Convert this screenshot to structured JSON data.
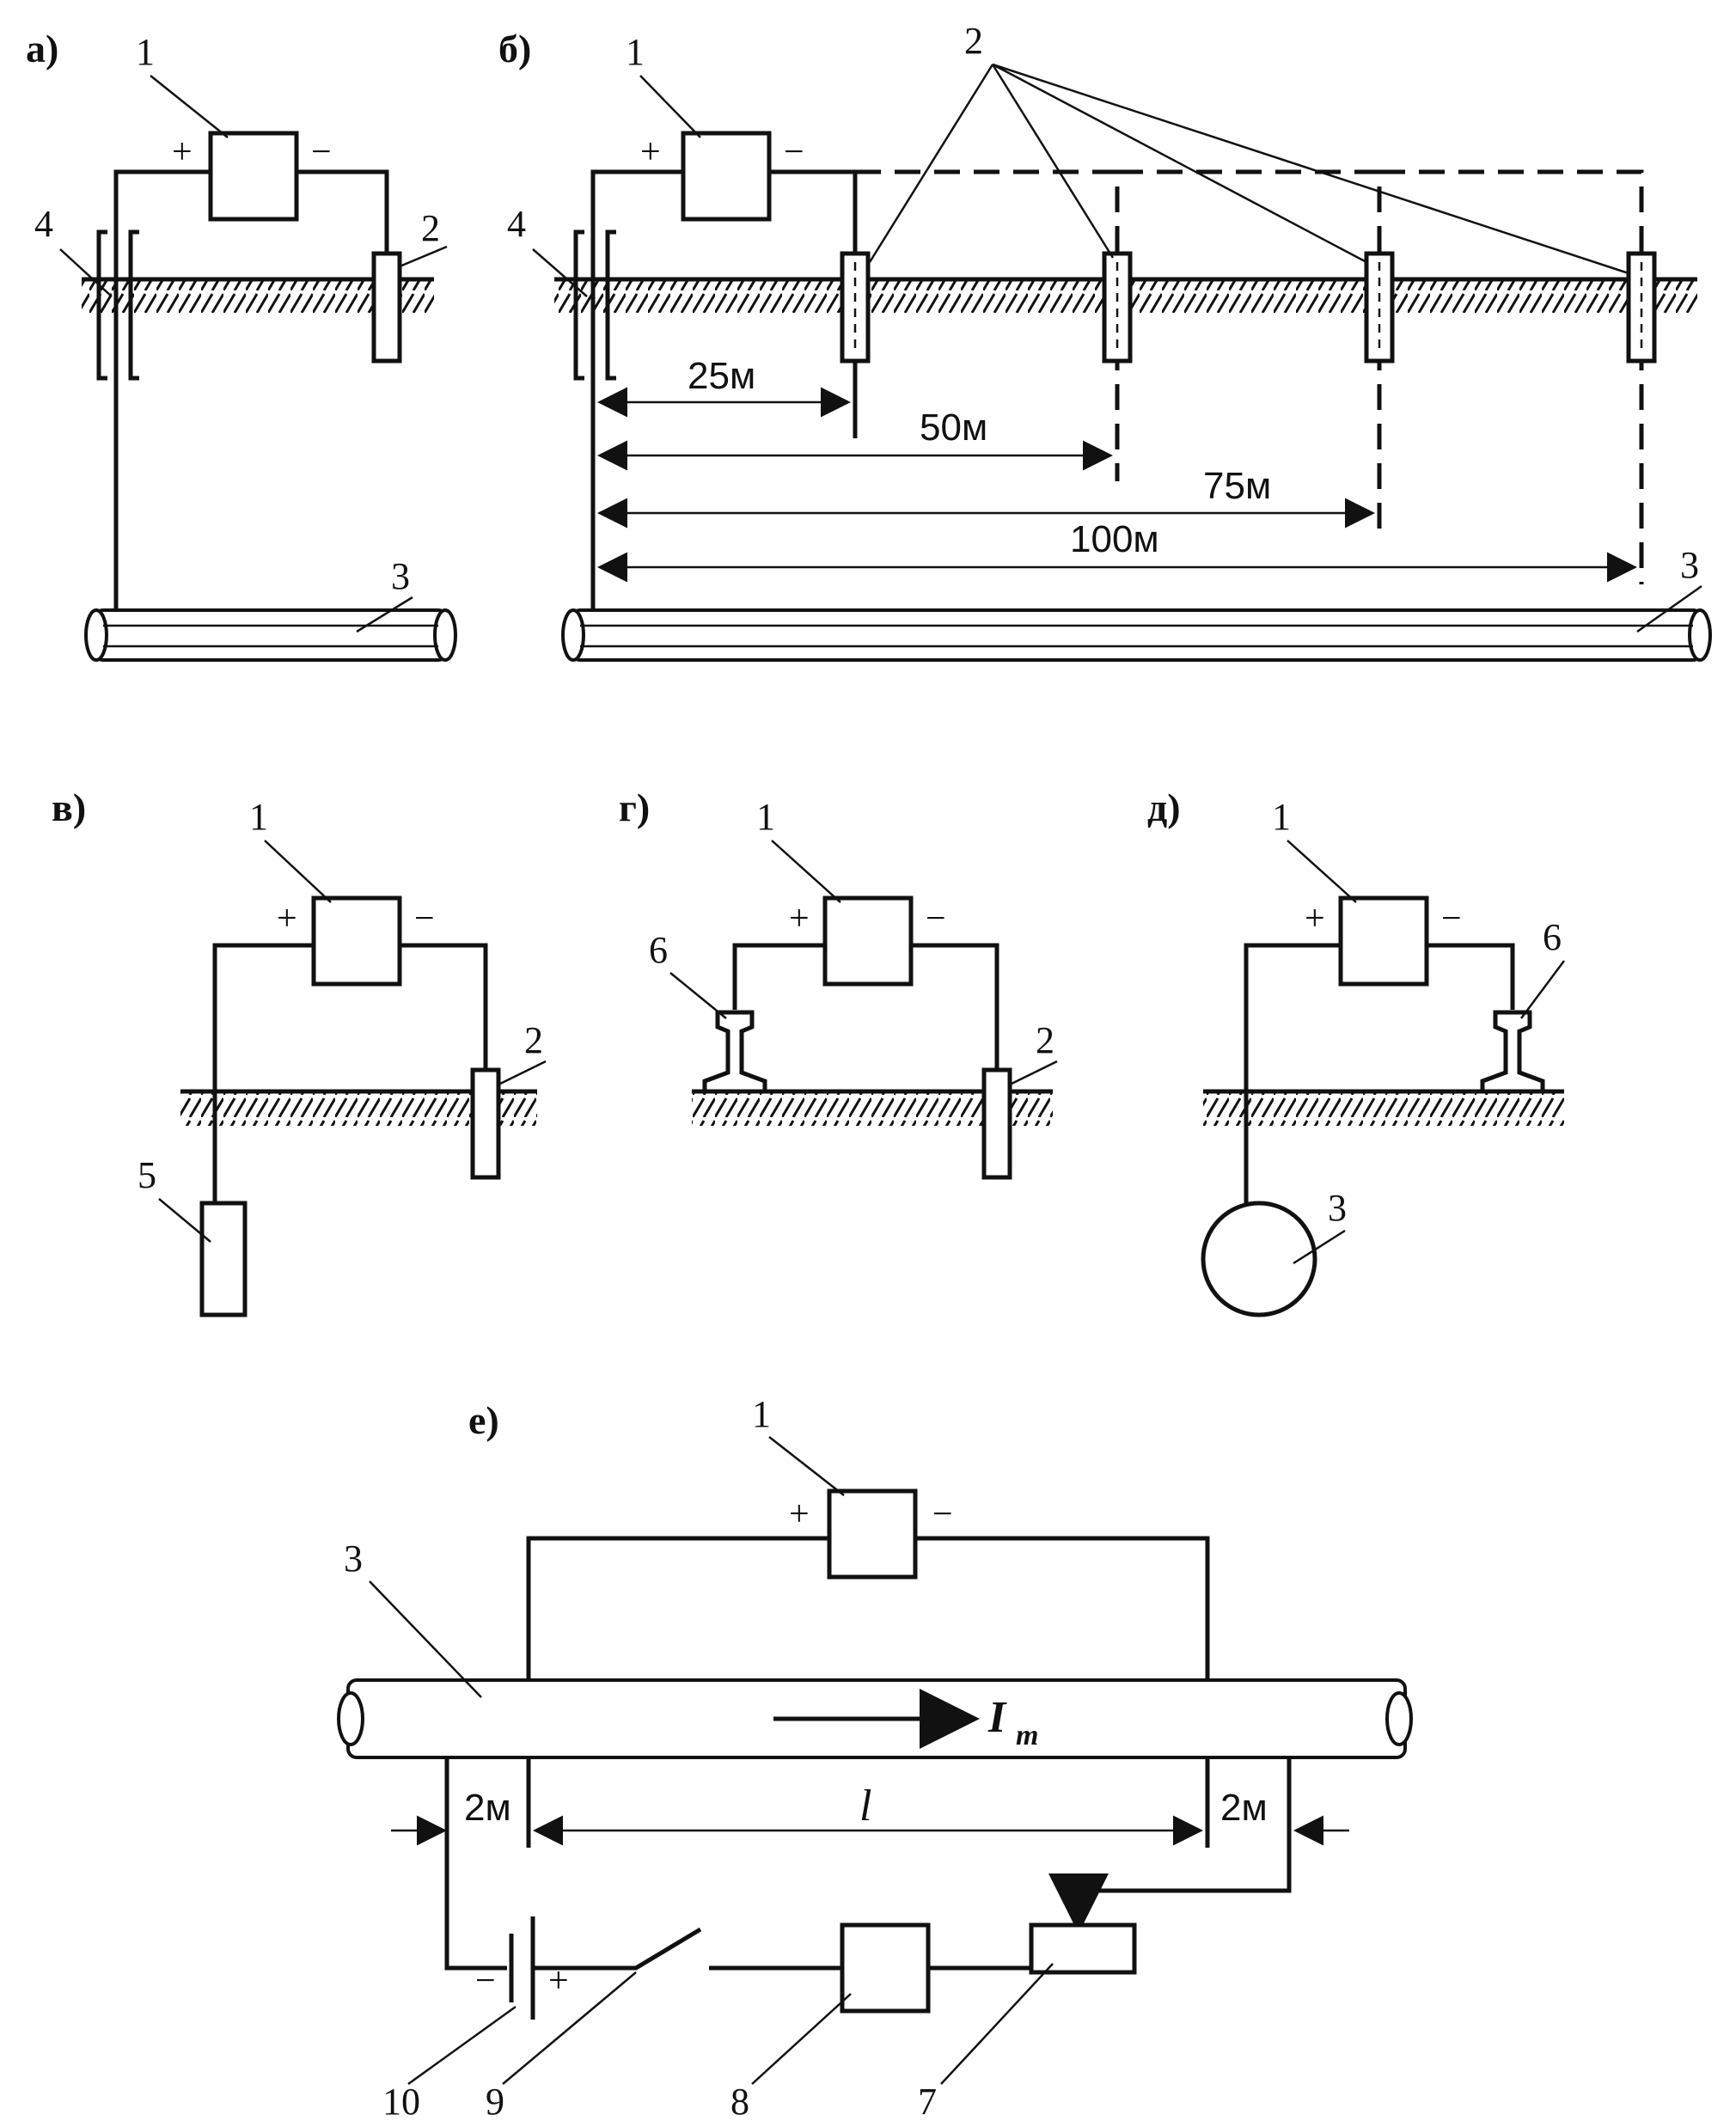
{
  "panels": {
    "a": {
      "label": "а)",
      "n1": "1",
      "n2": "2",
      "n3": "3",
      "n4": "4"
    },
    "b": {
      "label": "б)",
      "n1": "1",
      "n2": "2",
      "n3": "3",
      "n4": "4",
      "d1": "25м",
      "d2": "50м",
      "d3": "75м",
      "d4": "100м"
    },
    "v": {
      "label": "в)",
      "n1": "1",
      "n2": "2",
      "n5": "5"
    },
    "g": {
      "label": "г)",
      "n1": "1",
      "n2": "2",
      "n6": "6"
    },
    "d": {
      "label": "д)",
      "n1": "1",
      "n3": "3",
      "n6": "6"
    },
    "e": {
      "label": "е)",
      "n1": "1",
      "n3": "3",
      "n7": "7",
      "n8": "8",
      "n9": "9",
      "n10": "10",
      "left_gap": "2м",
      "right_gap": "2м",
      "span": "l",
      "current": "I",
      "current_sub": "т"
    }
  },
  "signs": {
    "plus": "+",
    "minus": "−"
  }
}
